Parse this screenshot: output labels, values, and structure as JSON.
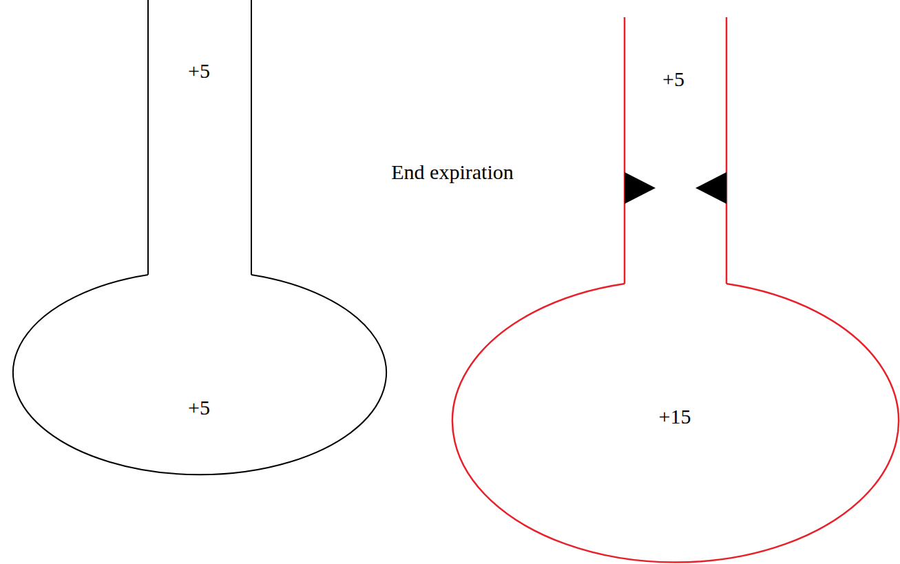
{
  "diagram": {
    "labels": [
      "+5",
      "+5",
      "End expiration",
      "+5",
      "+15"
    ]
  }
}
